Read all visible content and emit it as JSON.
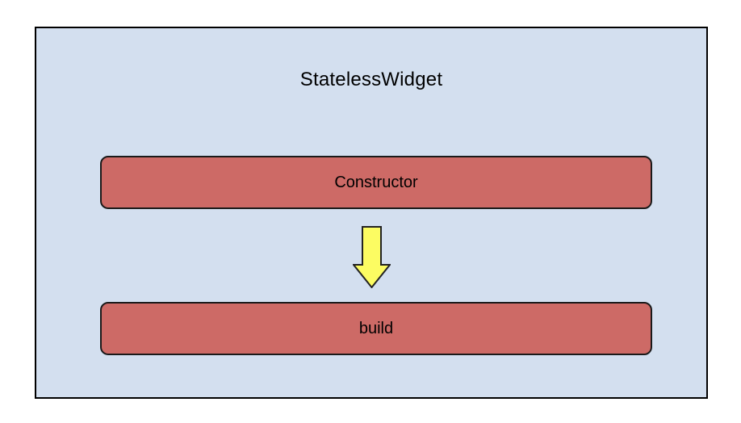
{
  "diagram": {
    "title": "StatelessWidget",
    "nodes": [
      {
        "id": "constructor",
        "label": "Constructor"
      },
      {
        "id": "build",
        "label": "build"
      }
    ],
    "connector": {
      "type": "block-arrow",
      "direction": "down",
      "icon": "down-arrow-icon"
    },
    "colors": {
      "panel_bg": "#d3dfef",
      "panel_border": "#000000",
      "node_fill": "#cd6a66",
      "node_border": "#1a1a1a",
      "arrow_fill": "#fcfc62",
      "arrow_border": "#222222",
      "text": "#000000"
    }
  }
}
